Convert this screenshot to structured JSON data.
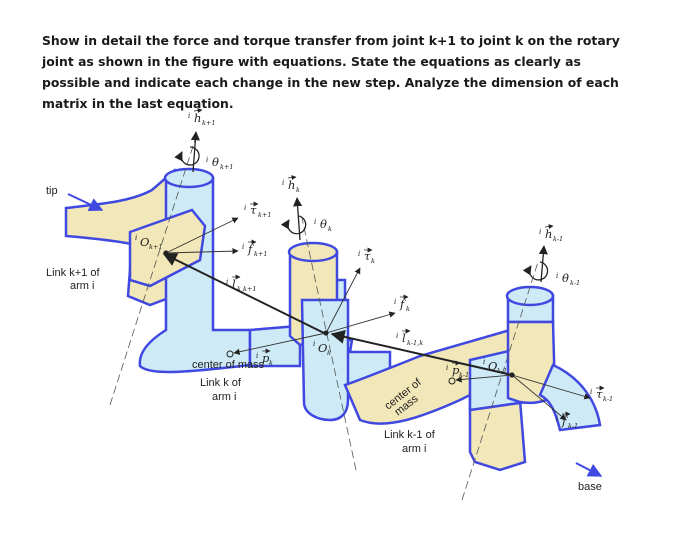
{
  "question": "Show in detail the force and torque transfer from joint k+1 to joint k on the rotary joint as shown in the figure with equations. State the equations as clearly as possible and indicate each change in the new step. Analyze the dimension of each matrix in the last equation.",
  "labels": {
    "tip": "tip",
    "base": "base",
    "link_k1_line1": "Link k+1 of",
    "link_k1_line2": "arm i",
    "link_k_line1": "Link k of",
    "link_k_line2": "arm i",
    "link_km1_line1": "Link k-1 of",
    "link_km1_line2": "arm i",
    "com_k": "center of mass",
    "com_km1_line1": "center of",
    "com_km1_line2": "mass"
  },
  "symbols": {
    "h_k1": {
      "pre": "i",
      "main": "h",
      "sub": "k+1"
    },
    "theta_k1": {
      "pre": "i",
      "main": "θ",
      "sub": "k+1"
    },
    "h_k": {
      "pre": "i",
      "main": "h",
      "sub": "k"
    },
    "theta_k": {
      "pre": "i",
      "main": "θ",
      "sub": "k"
    },
    "h_km1": {
      "pre": "i",
      "main": "h",
      "sub": "k-1"
    },
    "theta_km1": {
      "pre": "i",
      "main": "θ",
      "sub": "k-1"
    },
    "tau_k1": {
      "pre": "i",
      "main": "τ",
      "sub": "k+1"
    },
    "f_k1": {
      "pre": "i",
      "main": "f",
      "sub": "k+1"
    },
    "l_kk1": {
      "pre": "i",
      "main": "l",
      "sub": "k,k+1"
    },
    "O_k1": {
      "pre": "i",
      "main": "O",
      "sub": "k+1"
    },
    "tau_k": {
      "pre": "i",
      "main": "τ",
      "sub": "k"
    },
    "f_k": {
      "pre": "i",
      "main": "f",
      "sub": "k"
    },
    "l_km1k": {
      "pre": "i",
      "main": "l",
      "sub": "k-1,k"
    },
    "O_k": {
      "pre": "i",
      "main": "O",
      "sub": "k"
    },
    "p_k": {
      "pre": "i",
      "main": "p",
      "sub": "k"
    },
    "p_km1": {
      "pre": "i",
      "main": "p",
      "sub": "k-1"
    },
    "O_km1": {
      "pre": "i",
      "main": "O",
      "sub": "k-1"
    },
    "tau_km1": {
      "pre": "i",
      "main": "τ",
      "sub": "k-1"
    },
    "f_km1": {
      "pre": "i",
      "main": "f",
      "sub": "k-1"
    }
  },
  "colors": {
    "link_fill": "#f2e7b8",
    "joint_fill": "#cdeaf6",
    "outline": "#3f48e0",
    "arrow": "#222222"
  }
}
